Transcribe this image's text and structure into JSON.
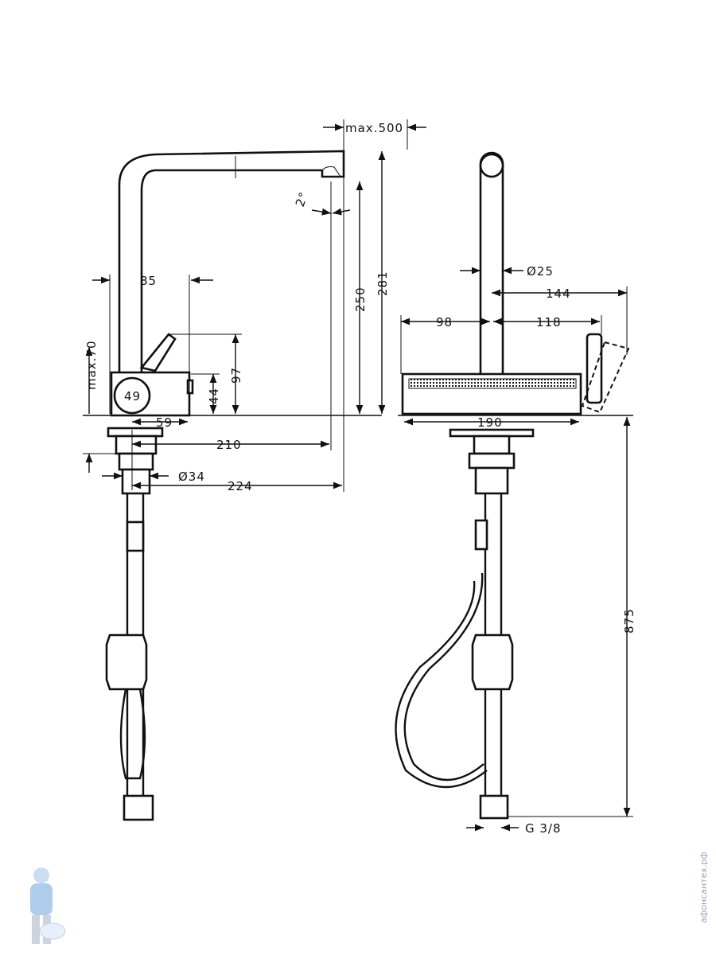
{
  "dimensions": {
    "max_reach": "max.500",
    "swivel_angle": "2°",
    "base_width_left": "85",
    "max_deck": "max.70",
    "body_dia": "49",
    "lever_height": "97",
    "body_height": "44",
    "spout_height": "250",
    "total_height": "281",
    "base_offset": "59",
    "spout_reach": "210",
    "shank_dia": "Ø34",
    "total_reach": "224",
    "spout_dia": "Ø25",
    "lever_reach": "144",
    "tray_left": "98",
    "tray_right": "118",
    "tray_width": "190",
    "hose_length": "875",
    "thread": "G 3/8"
  },
  "watermark": "афонсантех.рф",
  "colors": {
    "line": "#111111",
    "watermark": "#9aa4b4"
  }
}
